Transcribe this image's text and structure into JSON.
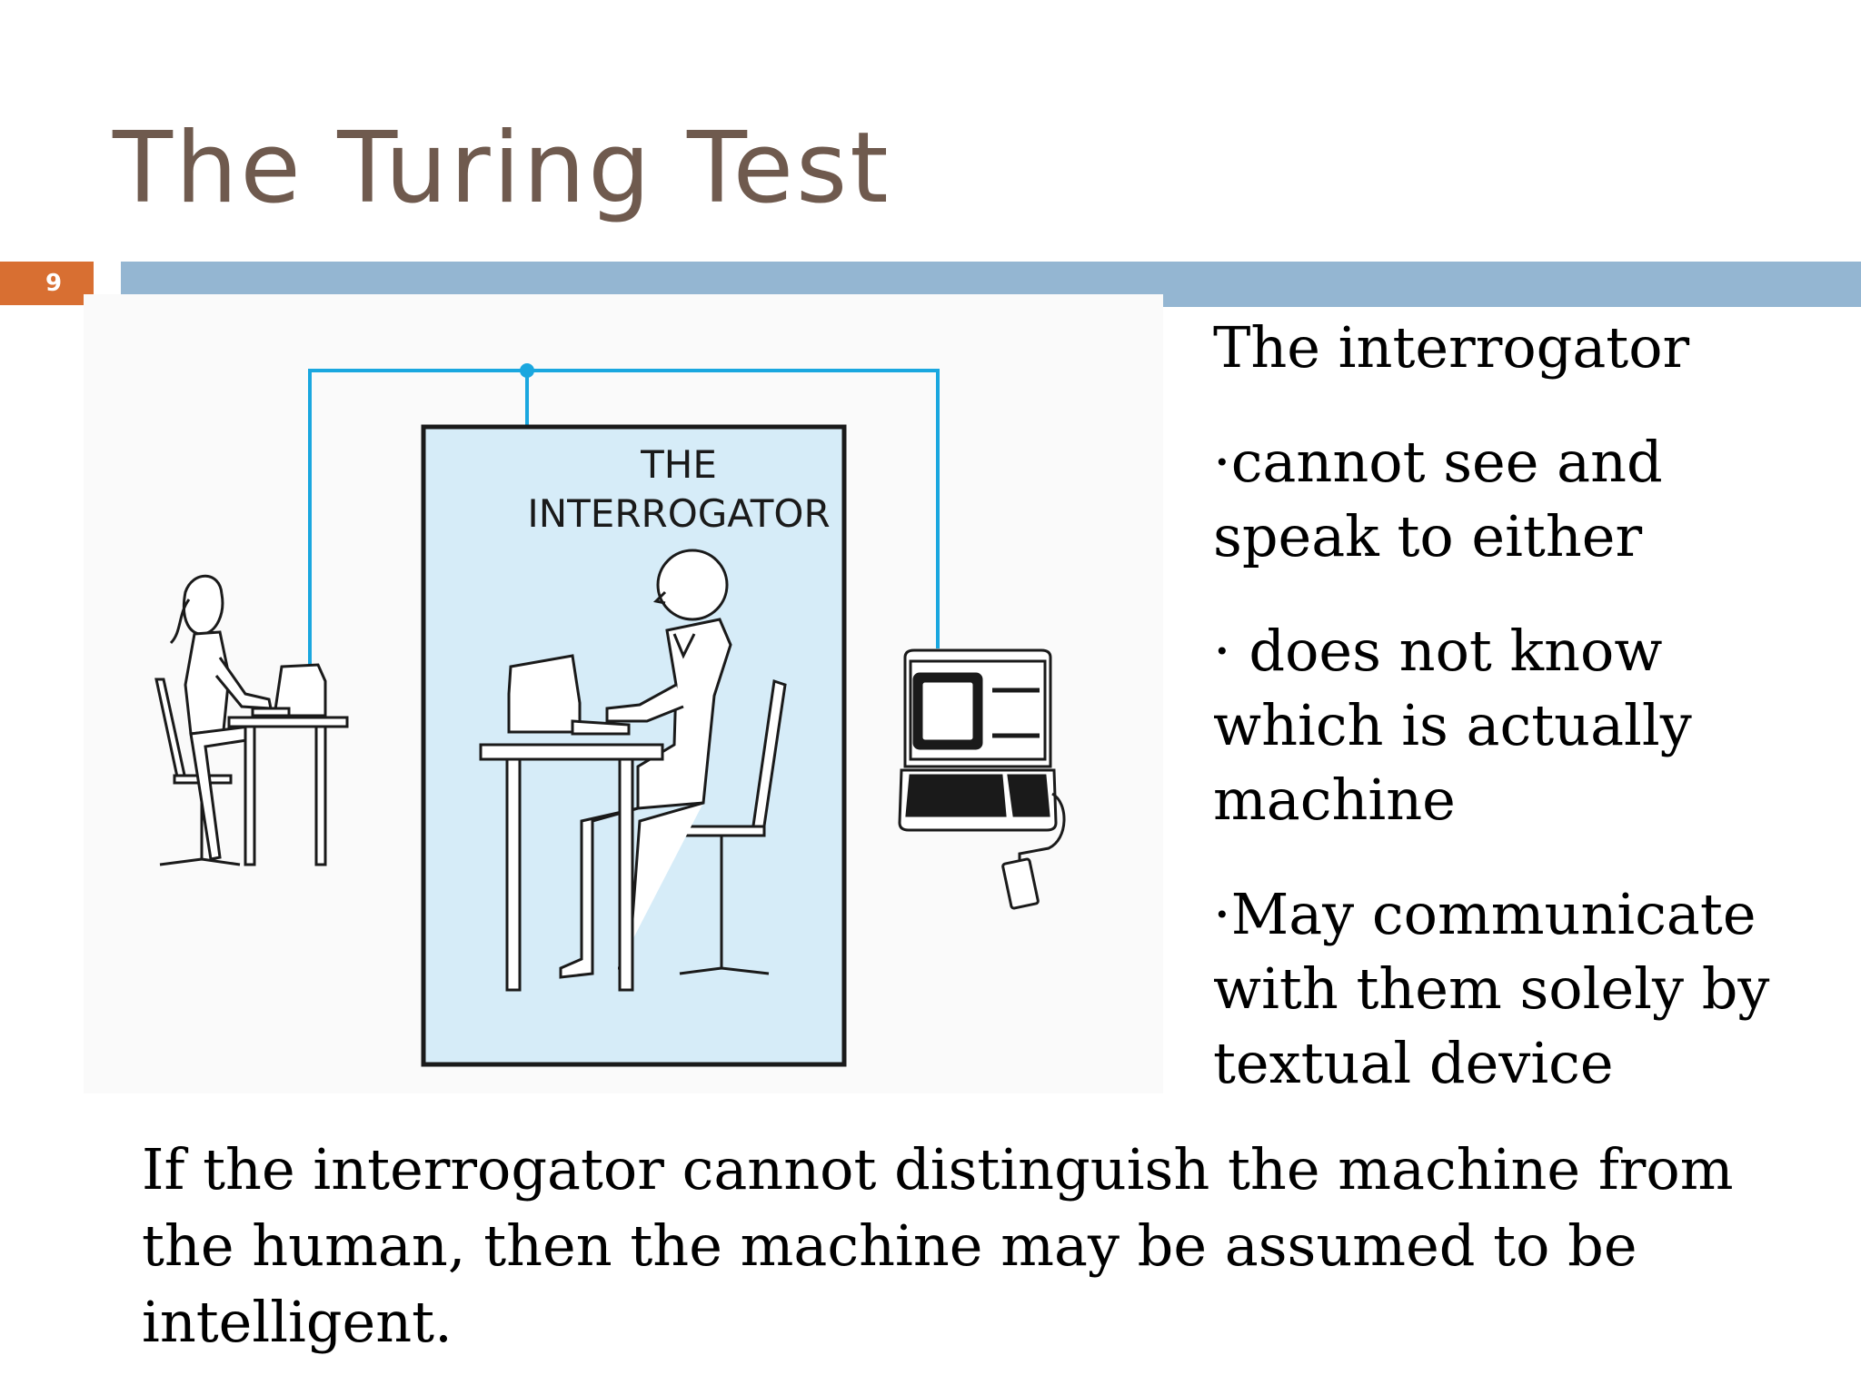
{
  "slide": {
    "title": "The Turing Test",
    "number": "9"
  },
  "figure": {
    "label_line1": "THE",
    "label_line2": "INTERROGATOR"
  },
  "side_text": {
    "heading": "The interrogator",
    "bullets": [
      "·cannot see and speak to either",
      "· does not know which is actually machine",
      "·May communicate with them solely by textual device"
    ]
  },
  "conclusion": "If the interrogator cannot distinguish the machine from the human, then the machine may be assumed to be intelligent.",
  "colors": {
    "title": "#6f5a4e",
    "accent_orange": "#d86f32",
    "rule_blue": "#94b6d2",
    "wire_blue": "#1aa7df",
    "room_fill": "#d6ecf8"
  }
}
